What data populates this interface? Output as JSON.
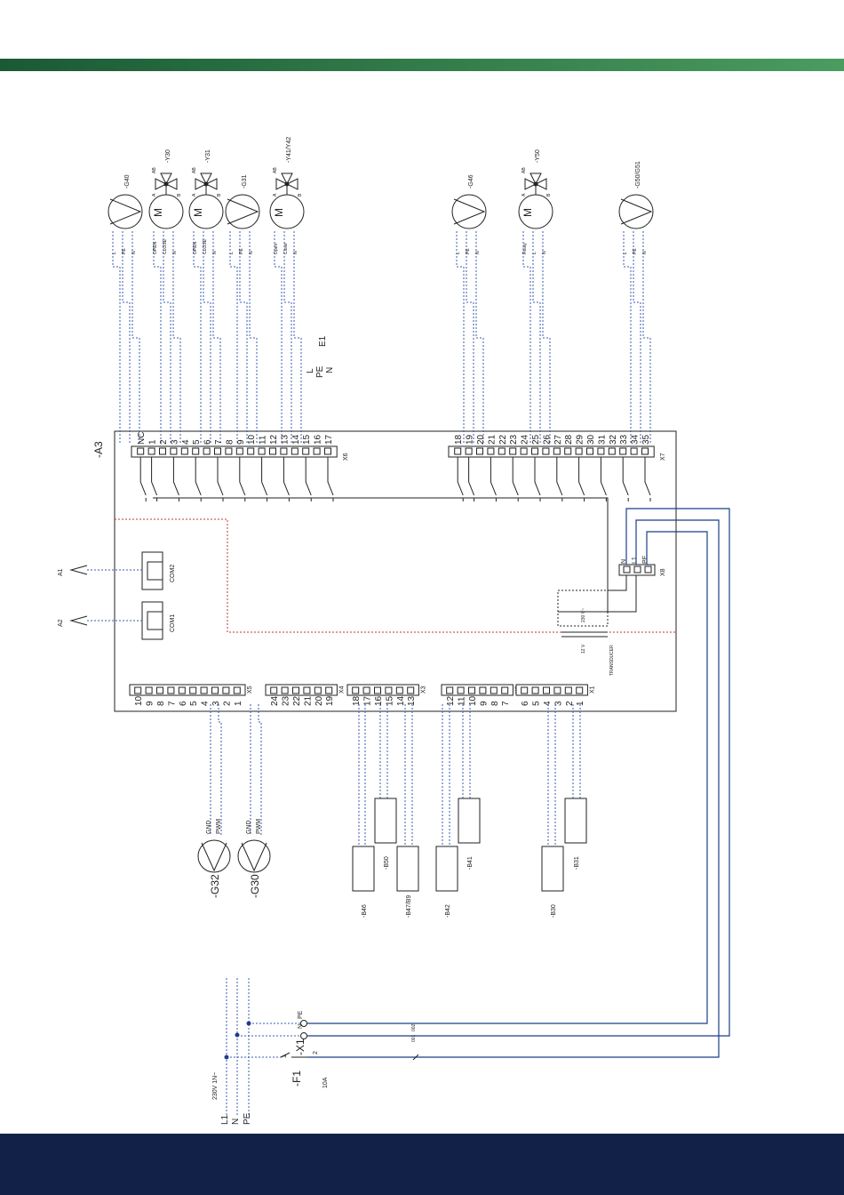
{
  "colors": {
    "band_green_start": "#1a5a35",
    "band_green_end": "#4a9c5f",
    "footer_navy": "#122148"
  },
  "board": {
    "label": "-A3"
  },
  "top_components": [
    {
      "id": "-G40",
      "kind": "pump",
      "pins": [
        "L",
        "PE",
        "N"
      ]
    },
    {
      "id": "-Y30",
      "kind": "valve-motor",
      "pins": [
        "OPEN",
        "CLOSE",
        "N"
      ]
    },
    {
      "id": "-Y31",
      "kind": "valve-motor",
      "pins": [
        "OPEN",
        "CLOSE",
        "N"
      ]
    },
    {
      "id": "-G31",
      "kind": "pump",
      "pins": [
        "L",
        "PE",
        "N"
      ]
    },
    {
      "id": "-Y41/Y42",
      "kind": "valve-motor",
      "pins": [
        "Open",
        "Close",
        "N"
      ]
    },
    {
      "id": "-G46",
      "kind": "pump",
      "pins": [
        "L",
        "PE",
        "N"
      ]
    },
    {
      "id": "-Y50",
      "kind": "valve-motor",
      "pins": [
        "Relay",
        "L",
        "N"
      ]
    },
    {
      "id": "-G50/G51",
      "kind": "pump",
      "pins": [
        "L",
        "PE",
        "N"
      ]
    }
  ],
  "valve_ports": [
    "AB",
    "A",
    "B"
  ],
  "motor_symbol": "M",
  "e1": {
    "label": "E1",
    "pins": [
      "L",
      "PE",
      "N"
    ]
  },
  "x6": {
    "label": "X6",
    "terminals": [
      "NC",
      "1",
      "2",
      "3",
      "4",
      "5",
      "6",
      "7",
      "8",
      "9",
      "10",
      "11",
      "12",
      "13",
      "14",
      "15",
      "16",
      "17"
    ]
  },
  "x7": {
    "label": "X7",
    "terminals": [
      "18",
      "19",
      "20",
      "21",
      "22",
      "23",
      "24",
      "25",
      "26",
      "27",
      "28",
      "29",
      "30",
      "31",
      "32",
      "33",
      "34",
      "35"
    ]
  },
  "x8": {
    "label": "X8",
    "terminals": [
      "N",
      "L1",
      "PE"
    ]
  },
  "transformer": {
    "primary": "230 V~",
    "secondary": "12 V",
    "label": "TRANSDUCER"
  },
  "com_ports": [
    {
      "port": "COM2",
      "arrow": "A1"
    },
    {
      "port": "COM1",
      "arrow": "A2"
    }
  ],
  "lower_terminals": [
    {
      "label": "X5",
      "terminals": [
        "10",
        "9",
        "8",
        "7",
        "6",
        "5",
        "4",
        "3",
        "2",
        "1"
      ]
    },
    {
      "label": "X4",
      "terminals": [
        "24",
        "23",
        "22",
        "21",
        "20",
        "19"
      ]
    },
    {
      "label": "X3",
      "terminals": [
        "18",
        "17",
        "16",
        "15",
        "14",
        "13"
      ]
    },
    {
      "label": "X2",
      "terminals": [
        "12",
        "11",
        "10",
        "9",
        "8",
        "7"
      ]
    },
    {
      "label": "X1",
      "terminals": [
        "6",
        "5",
        "4",
        "3",
        "2",
        "1"
      ]
    }
  ],
  "pwm_pumps": [
    {
      "id": "-G32",
      "pins": [
        "GND",
        "PWM"
      ]
    },
    {
      "id": "-G30",
      "pins": [
        "GND",
        "PWM"
      ]
    }
  ],
  "sensors": [
    {
      "id": "-B46"
    },
    {
      "id": "-B50"
    },
    {
      "id": "-B47/B9"
    },
    {
      "id": "-B42"
    },
    {
      "id": "-B41"
    },
    {
      "id": "-B30"
    },
    {
      "id": "-B31"
    }
  ],
  "supply": {
    "voltage": "230V 1N~",
    "lines": [
      "L1",
      "N",
      "PE"
    ],
    "fuse": "-F1",
    "fuse_rating": "10A",
    "terminal": "-X1",
    "terminal_pins": [
      "N",
      "PE"
    ],
    "fuse_pins": [
      "1",
      "2"
    ],
    "wire_marks": [
      "002",
      "001"
    ]
  }
}
